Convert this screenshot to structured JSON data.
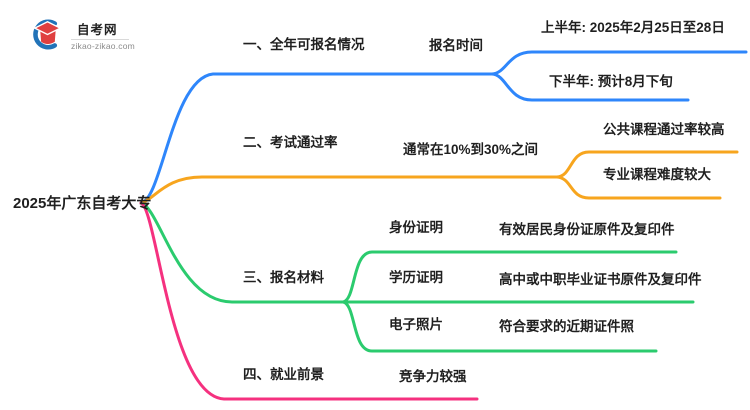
{
  "logo": {
    "name": "自考网",
    "domain": "zikao-zikao.com"
  },
  "colors": {
    "branch1_blue": "#2e86fb",
    "branch2_orange": "#f7a51e",
    "branch3_green": "#2bcb6e",
    "branch4_pink": "#f5317f",
    "text": "#1f1f1f",
    "logo_blue": "#2273b8",
    "logo_red": "#e04040"
  },
  "mindmap": {
    "root": "2025年广东自考大专",
    "branches": [
      {
        "label": "一、全年可报名情况",
        "color": "#2e86fb",
        "children": [
          {
            "label": "报名时间",
            "children": [
              {
                "label": "上半年: 2025年2月25日至28日"
              },
              {
                "label": "下半年: 预计8月下旬"
              }
            ]
          }
        ]
      },
      {
        "label": "二、考试通过率",
        "color": "#f7a51e",
        "children": [
          {
            "label": "通常在10%到30%之间",
            "children": [
              {
                "label": "公共课程通过率较高"
              },
              {
                "label": "专业课程难度较大"
              }
            ]
          }
        ]
      },
      {
        "label": "三、报名材料",
        "color": "#2bcb6e",
        "children": [
          {
            "label": "身份证明",
            "children": [
              {
                "label": "有效居民身份证原件及复印件"
              }
            ]
          },
          {
            "label": "学历证明",
            "children": [
              {
                "label": "高中或中职毕业证书原件及复印件"
              }
            ]
          },
          {
            "label": "电子照片",
            "children": [
              {
                "label": "符合要求的近期证件照"
              }
            ]
          }
        ]
      },
      {
        "label": "四、就业前景",
        "color": "#f5317f",
        "children": [
          {
            "label": "竞争力较强"
          }
        ]
      }
    ]
  }
}
